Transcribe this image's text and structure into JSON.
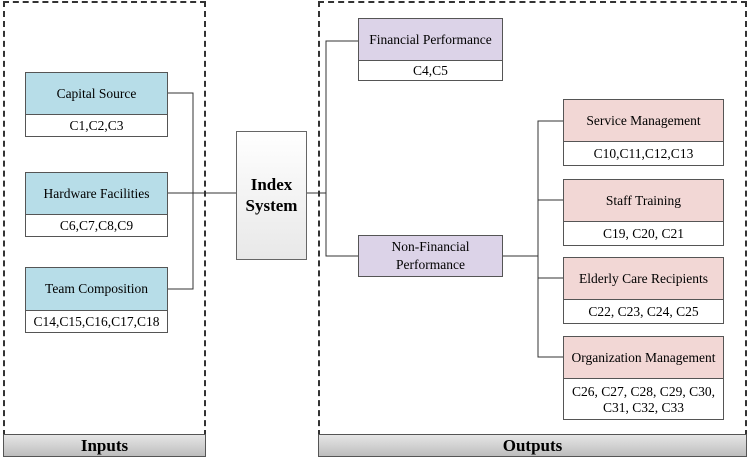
{
  "inputs": {
    "title": "Inputs",
    "items": [
      {
        "label": "Capital Source",
        "codes": "C1,C2,C3"
      },
      {
        "label": "Hardware Facilities",
        "codes": "C6,C7,C8,C9"
      },
      {
        "label": "Team Composition",
        "codes": "C14,C15,C16,C17,C18"
      }
    ]
  },
  "center": {
    "line1": "Index",
    "line2": "System"
  },
  "outputs": {
    "title": "Outputs",
    "financial": {
      "label": "Financial Performance",
      "codes": "C4,C5"
    },
    "nonfinancial": {
      "line1": "Non-Financial",
      "line2": "Performance"
    },
    "sub_items": [
      {
        "label": "Service Management",
        "codes": "C10,C11,C12,C13"
      },
      {
        "label": "Staff Training",
        "codes": "C19, C20, C21"
      },
      {
        "label": "Elderly Care Recipients",
        "codes": "C22, C23, C24, C25"
      },
      {
        "label": "Organization Management",
        "codes_line1": "C26, C27, C28, C29, C30,",
        "codes_line2": "C31, C32, C33"
      }
    ]
  }
}
